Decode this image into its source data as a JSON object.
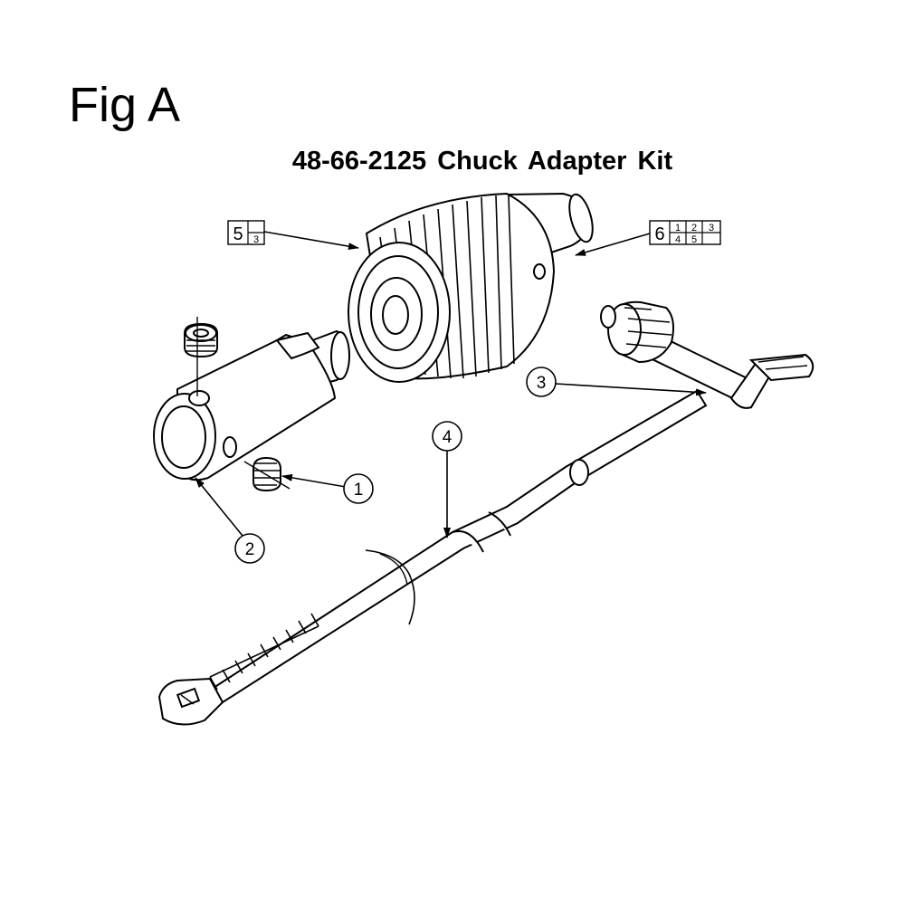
{
  "figure": {
    "label": "Fig A",
    "title": "48-66-2125  Chuck Adapter Kit"
  },
  "callouts": [
    {
      "id": "c1",
      "number": "1",
      "part": "set-screw"
    },
    {
      "id": "c2",
      "number": "2",
      "part": "chuck-adapter"
    },
    {
      "id": "c3",
      "number": "3",
      "part": "chuck-key"
    },
    {
      "id": "c4",
      "number": "4",
      "part": "cable-tie"
    }
  ],
  "boxed_callouts": [
    {
      "id": "b5",
      "number": "5",
      "cells": [
        "",
        "3"
      ],
      "part": "keyed-chuck"
    },
    {
      "id": "b6",
      "number": "6",
      "cells": [
        "1",
        "2",
        "3",
        "4",
        "5",
        ""
      ],
      "part": "keyed-chuck"
    }
  ]
}
